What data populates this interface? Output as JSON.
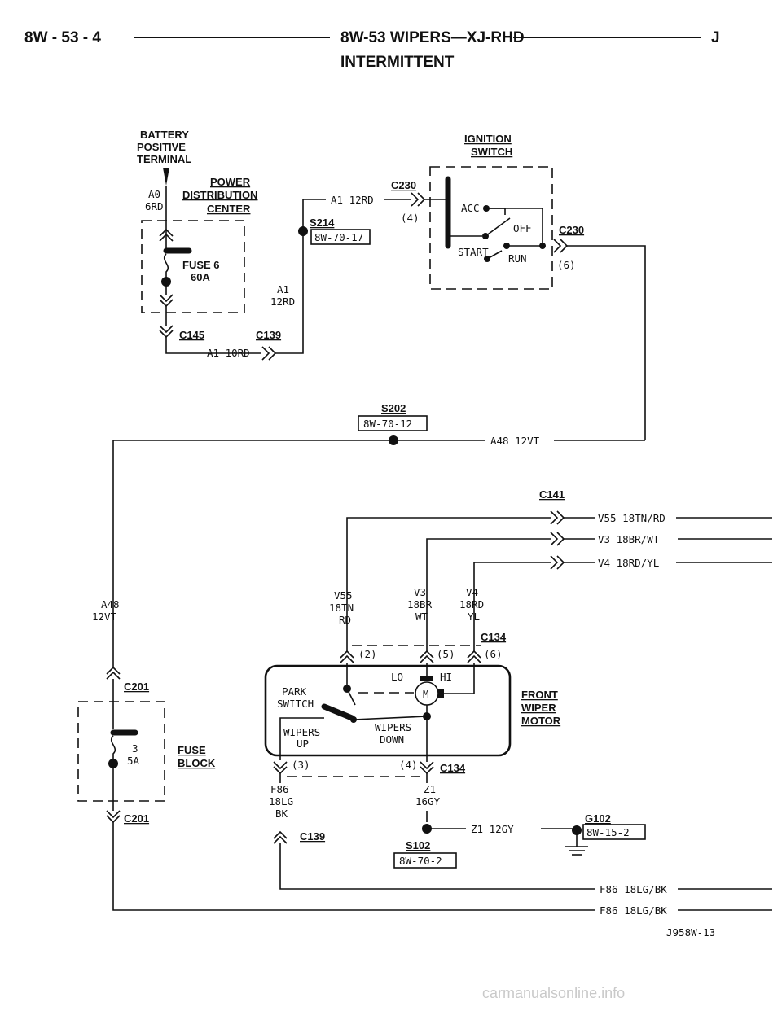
{
  "header": {
    "page_number": "8W - 53 - 4",
    "title": "8W-53 WIPERS—XJ-RHD",
    "section": "J",
    "subtitle": "INTERMITTENT"
  },
  "labels": {
    "battery_1": "BATTERY",
    "battery_2": "POSITIVE",
    "battery_3": "TERMINAL",
    "power_dist_1": "POWER",
    "power_dist_2": "DISTRIBUTION",
    "power_dist_3": "CENTER",
    "ignition_1": "IGNITION",
    "ignition_2": "SWITCH",
    "wire_a0": "A0",
    "wire_a0_gauge": "6RD",
    "fuse6_1": "FUSE 6",
    "fuse6_2": "60A",
    "c145": "C145",
    "c139_top": "C139",
    "a1_10rd": "A1 10RD",
    "a1_12rd_top": "A1 12RD",
    "a1_left_1": "A1",
    "a1_left_2": "12RD",
    "s214": "S214",
    "ref_8w_70_17": "8W-70-17",
    "c230_top": "C230",
    "pin4_ign": "(4)",
    "acc": "ACC",
    "off": "OFF",
    "start": "START",
    "run": "RUN",
    "c230_right": "C230",
    "pin6_ign": "(6)",
    "s202": "S202",
    "ref_8w_70_12": "8W-70-12",
    "a48_12vt_top": "A48 12VT",
    "c141": "C141",
    "v55_wire": "V55 18TN/RD",
    "v3_wire": "V3 18BR/WT",
    "v4_wire": "V4 18RD/YL",
    "a48_left_1": "A48",
    "a48_left_2": "12VT",
    "v55_1": "V55",
    "v55_2": "18TN",
    "v55_3": "RD",
    "v3_1": "V3",
    "v3_2": "18BR",
    "v3_3": "WT",
    "v4_1": "V4",
    "v4_2": "18RD",
    "v4_3": "YL",
    "c134_top": "C134",
    "pin2": "(2)",
    "pin5": "(5)",
    "pin6_motor": "(6)",
    "lo": "LO",
    "hi": "HI",
    "motor_m": "M",
    "park_1": "PARK",
    "park_2": "SWITCH",
    "wipers_up_1": "WIPERS",
    "wipers_up_2": "UP",
    "wipers_down_1": "WIPERS",
    "wipers_down_2": "DOWN",
    "front_1": "FRONT",
    "front_2": "WIPER",
    "front_3": "MOTOR",
    "c201_top": "C201",
    "fuse3_1": "3",
    "fuse3_2": "5A",
    "fuse_block_1": "FUSE",
    "fuse_block_2": "BLOCK",
    "c201_bottom": "C201",
    "pin3": "(3)",
    "pin4_motor": "(4)",
    "c134_bottom": "C134",
    "f86_1": "F86",
    "f86_2": "18LG",
    "f86_3": "BK",
    "z1_1": "Z1",
    "z1_2": "16GY",
    "c139_bottom": "C139",
    "z1_12gy": "Z1 12GY",
    "s102": "S102",
    "ref_8w_70_2": "8W-70-2",
    "g102": "G102",
    "ref_8w_15_2": "8W-15-2",
    "f86_wire_1": "F86 18LG/BK",
    "f86_wire_2": "F86 18LG/BK",
    "figure_id": "J958W-13"
  },
  "watermark": "carmanualsonline.info"
}
